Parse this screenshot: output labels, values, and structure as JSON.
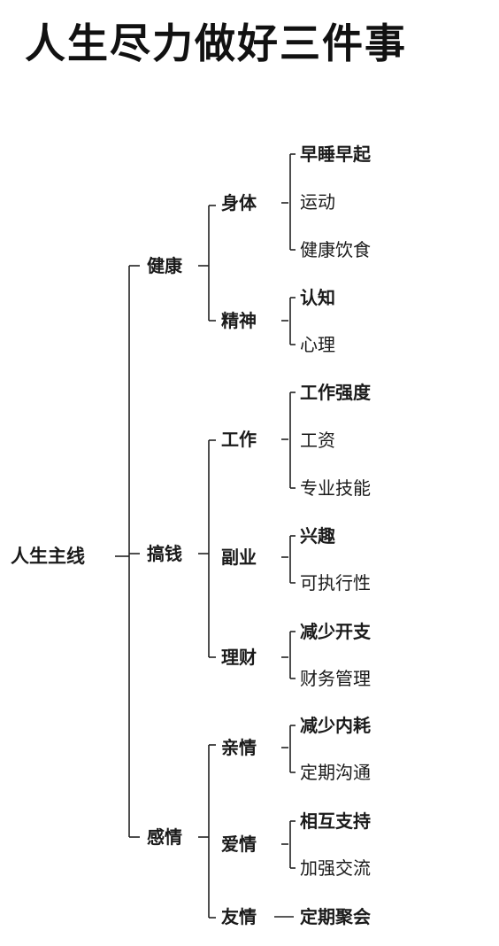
{
  "title": "人生尽力做好三件事",
  "root": {
    "label": "人生主线"
  },
  "branches": [
    {
      "label": "健康",
      "children": [
        {
          "label": "身体",
          "items": [
            "早睡早起",
            "运动",
            "健康饮食"
          ]
        },
        {
          "label": "精神",
          "items": [
            "认知",
            "心理"
          ]
        }
      ]
    },
    {
      "label": "搞钱",
      "children": [
        {
          "label": "工作",
          "items": [
            "工作强度",
            "工资",
            "专业技能"
          ]
        },
        {
          "label": "副业",
          "items": [
            "兴趣",
            "可执行性"
          ]
        },
        {
          "label": "理财",
          "items": [
            "减少开支",
            "财务管理"
          ]
        }
      ]
    },
    {
      "label": "感情",
      "children": [
        {
          "label": "亲情",
          "items": [
            "减少内耗",
            "定期沟通"
          ]
        },
        {
          "label": "爱情",
          "items": [
            "相互支持",
            "加强交流"
          ]
        },
        {
          "label": "友情",
          "items": [
            "定期聚会"
          ]
        }
      ]
    }
  ]
}
